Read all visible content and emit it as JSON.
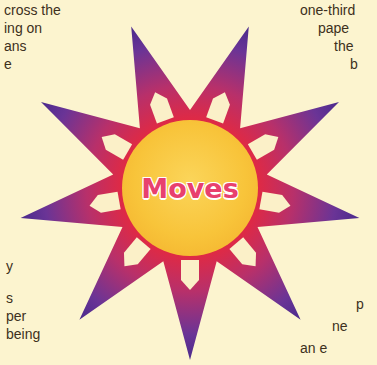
{
  "diagram": {
    "nodes": [
      {
        "text": [
          "Moves"
        ]
      }
    ],
    "labels": [
      "cross the",
      "ing on",
      "ans",
      "e",
      "one-third",
      "pape",
      "the",
      "b",
      "y",
      "s",
      "per",
      "being",
      "p",
      "ne",
      "an e"
    ]
  }
}
